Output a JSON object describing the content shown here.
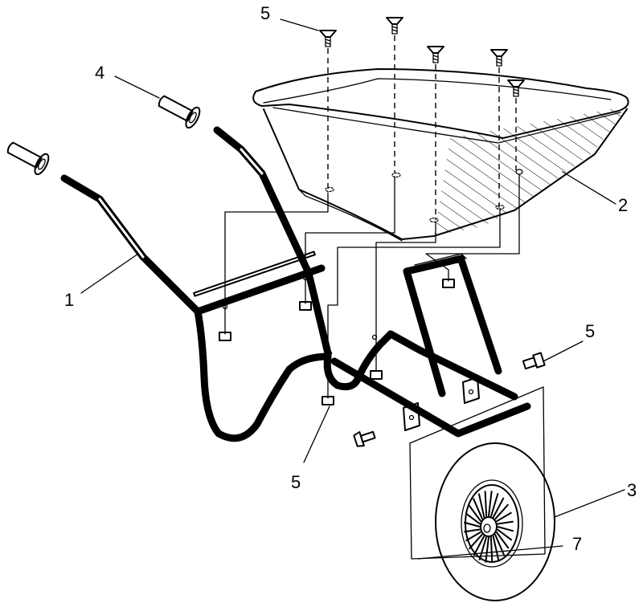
{
  "callouts": {
    "c1": "1",
    "c2": "2",
    "c3": "3",
    "c4": "4",
    "c5_top": "5",
    "c5_right": "5",
    "c5_bottom": "5",
    "c7": "7"
  },
  "colors": {
    "ink": "#000000",
    "paper": "#ffffff"
  }
}
